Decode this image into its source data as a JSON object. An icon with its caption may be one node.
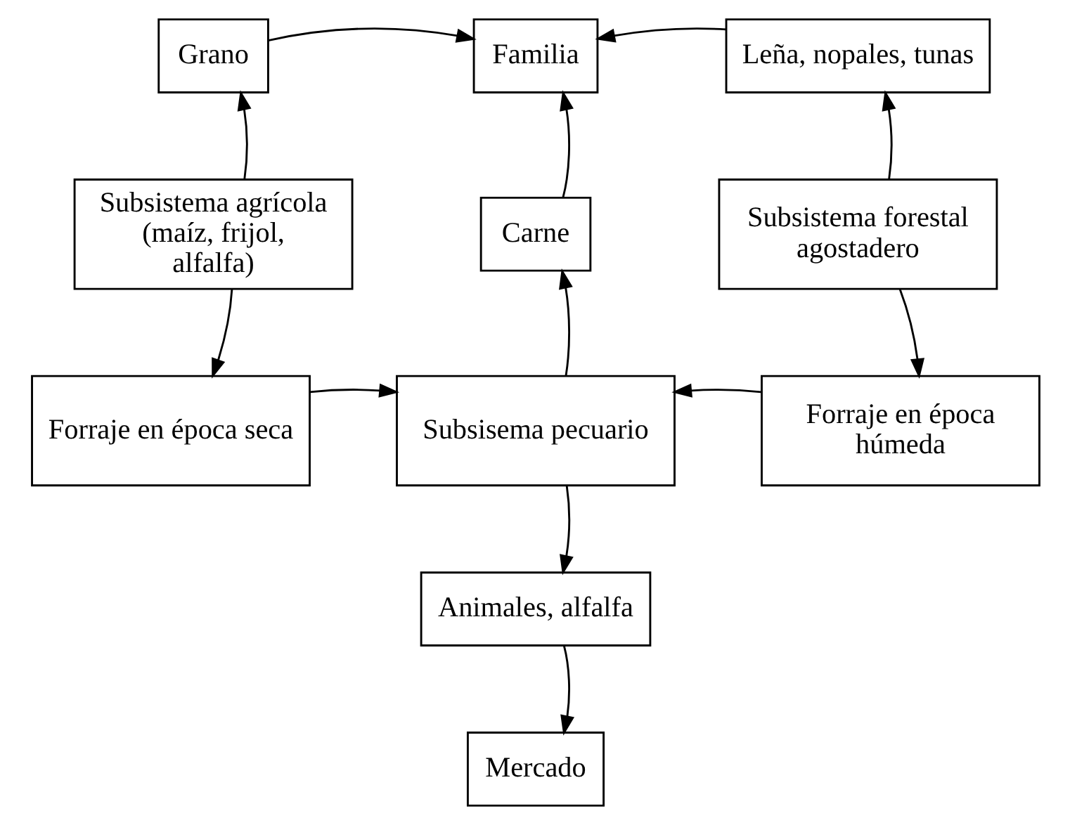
{
  "diagram": {
    "nodes": [
      {
        "text": [
          "Grano"
        ]
      },
      {
        "text": [
          "Familia"
        ]
      },
      {
        "text": [
          "Leña, nopales, tunas"
        ]
      },
      {
        "text": [
          "Subsistema agrícola (maíz, frijol, alfalfa)"
        ]
      },
      {
        "text": [
          "Carne"
        ]
      },
      {
        "text": [
          "Subsistema forestal agostadero"
        ]
      },
      {
        "text": [
          "Forraje en época seca"
        ]
      },
      {
        "text": [
          "Subsisema pecuario"
        ]
      },
      {
        "text": [
          "Forraje en época húmeda"
        ]
      },
      {
        "text": [
          "Animales, alfalfa"
        ]
      },
      {
        "text": [
          "Mercado"
        ]
      }
    ],
    "edges": [
      {
        "from": 0,
        "to": 1,
        "arrow": "to"
      },
      {
        "from": 2,
        "to": 1,
        "arrow": "to"
      },
      {
        "from": 3,
        "to": 0,
        "arrow": "to"
      },
      {
        "from": 4,
        "to": 1,
        "arrow": "to"
      },
      {
        "from": 5,
        "to": 2,
        "arrow": "to"
      },
      {
        "from": 3,
        "to": 6,
        "arrow": "to"
      },
      {
        "from": 7,
        "to": 4,
        "arrow": "to"
      },
      {
        "from": 5,
        "to": 8,
        "arrow": "to"
      },
      {
        "from": 6,
        "to": 7,
        "arrow": "to"
      },
      {
        "from": 8,
        "to": 7,
        "arrow": "to"
      },
      {
        "from": 7,
        "to": 9,
        "arrow": "to"
      },
      {
        "from": 9,
        "to": 10,
        "arrow": "to"
      }
    ]
  }
}
